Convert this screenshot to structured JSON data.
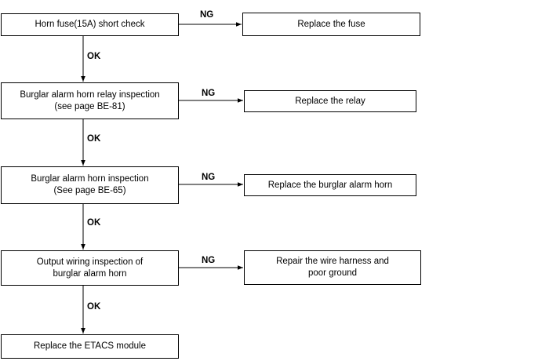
{
  "flowchart": {
    "steps": [
      {
        "text": "Horn fuse(15A) short check",
        "fail_text": "NG",
        "pass_text": "OK",
        "action": "Replace the fuse"
      },
      {
        "text": "Burglar alarm horn relay inspection\n(see page BE-81)",
        "fail_text": "NG",
        "pass_text": "OK",
        "action": "Replace the relay"
      },
      {
        "text": "Burglar alarm horn inspection\n(See page BE-65)",
        "fail_text": "NG",
        "pass_text": "OK",
        "action": "Replace the burglar alarm horn"
      },
      {
        "text": "Output wiring inspection of\nburglar alarm horn",
        "fail_text": "NG",
        "pass_text": "OK",
        "action": "Repair the wire harness and\npoor ground"
      }
    ],
    "final": "Replace the ETACS module"
  },
  "colors": {
    "line": "#000000",
    "box_border": "#000000",
    "background": "#ffffff"
  }
}
